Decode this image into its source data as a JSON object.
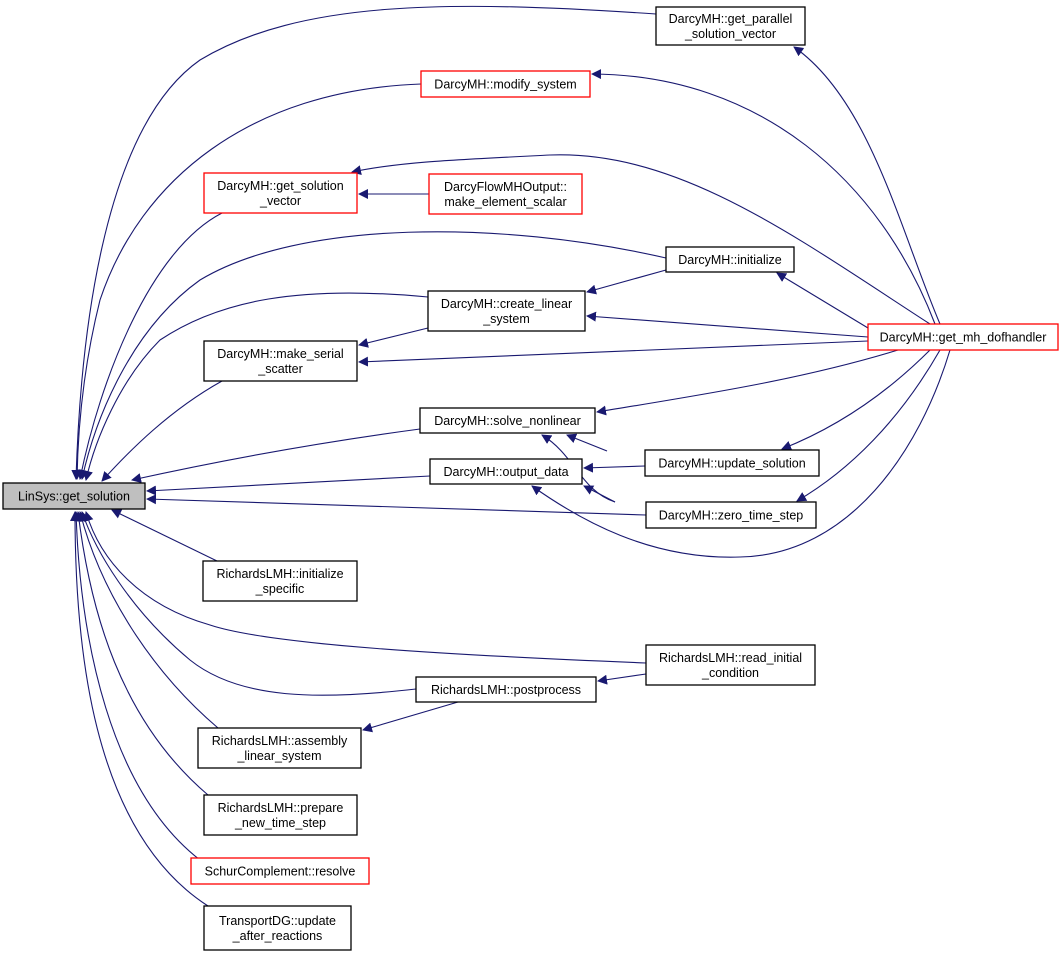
{
  "colors": {
    "edge": "#191970",
    "root_fill": "#bfbfbf",
    "normal_border": "#000000",
    "truncated_border": "#ff0000"
  },
  "nodes": [
    {
      "id": "root",
      "label": "LinSys::get_solution",
      "style": "root"
    },
    {
      "id": "get_parallel",
      "label": "DarcyMH::get_parallel\n_solution_vector",
      "style": "normal"
    },
    {
      "id": "modify_system",
      "label": "DarcyMH::modify_system",
      "style": "truncated"
    },
    {
      "id": "get_solution_vector",
      "label": "DarcyMH::get_solution\n_vector",
      "style": "truncated"
    },
    {
      "id": "make_element_scalar",
      "label": "DarcyFlowMHOutput::\nmake_element_scalar",
      "style": "truncated"
    },
    {
      "id": "initialize",
      "label": "DarcyMH::initialize",
      "style": "normal"
    },
    {
      "id": "create_linear",
      "label": "DarcyMH::create_linear\n_system",
      "style": "normal"
    },
    {
      "id": "make_serial",
      "label": "DarcyMH::make_serial\n_scatter",
      "style": "normal"
    },
    {
      "id": "get_mh",
      "label": "DarcyMH::get_mh_dofhandler",
      "style": "truncated"
    },
    {
      "id": "solve_nonlinear",
      "label": "DarcyMH::solve_nonlinear",
      "style": "normal"
    },
    {
      "id": "output_data",
      "label": "DarcyMH::output_data",
      "style": "normal"
    },
    {
      "id": "update_solution",
      "label": "DarcyMH::update_solution",
      "style": "normal"
    },
    {
      "id": "zero_time_step",
      "label": "DarcyMH::zero_time_step",
      "style": "normal"
    },
    {
      "id": "init_specific",
      "label": "RichardsLMH::initialize\n_specific",
      "style": "normal"
    },
    {
      "id": "read_initial",
      "label": "RichardsLMH::read_initial\n_condition",
      "style": "normal"
    },
    {
      "id": "postprocess",
      "label": "RichardsLMH::postprocess",
      "style": "normal"
    },
    {
      "id": "assembly",
      "label": "RichardsLMH::assembly\n_linear_system",
      "style": "normal"
    },
    {
      "id": "prepare",
      "label": "RichardsLMH::prepare\n_new_time_step",
      "style": "normal"
    },
    {
      "id": "schur",
      "label": "SchurComplement::resolve",
      "style": "truncated"
    },
    {
      "id": "transport",
      "label": "TransportDG::update\n_after_reactions",
      "style": "normal"
    }
  ],
  "edges": [
    [
      "get_parallel",
      "root"
    ],
    [
      "modify_system",
      "root"
    ],
    [
      "get_solution_vector",
      "root"
    ],
    [
      "initialize",
      "root"
    ],
    [
      "create_linear",
      "root"
    ],
    [
      "make_serial",
      "root"
    ],
    [
      "solve_nonlinear",
      "root"
    ],
    [
      "output_data",
      "root"
    ],
    [
      "zero_time_step",
      "root"
    ],
    [
      "init_specific",
      "root"
    ],
    [
      "read_initial",
      "root"
    ],
    [
      "postprocess",
      "root"
    ],
    [
      "assembly",
      "root"
    ],
    [
      "prepare",
      "root"
    ],
    [
      "schur",
      "root"
    ],
    [
      "transport",
      "root"
    ],
    [
      "make_element_scalar",
      "get_solution_vector"
    ],
    [
      "get_mh",
      "get_parallel"
    ],
    [
      "get_mh",
      "modify_system"
    ],
    [
      "get_mh",
      "get_solution_vector"
    ],
    [
      "initialize",
      "create_linear"
    ],
    [
      "create_linear",
      "make_serial"
    ],
    [
      "get_mh",
      "initialize"
    ],
    [
      "get_mh",
      "create_linear"
    ],
    [
      "get_mh",
      "make_serial"
    ],
    [
      "get_mh",
      "solve_nonlinear"
    ],
    [
      "update_solution",
      "solve_nonlinear"
    ],
    [
      "zero_time_step",
      "solve_nonlinear"
    ],
    [
      "update_solution",
      "output_data"
    ],
    [
      "zero_time_step",
      "output_data"
    ],
    [
      "get_mh",
      "update_solution"
    ],
    [
      "get_mh",
      "zero_time_step"
    ],
    [
      "get_mh",
      "output_data"
    ],
    [
      "read_initial",
      "postprocess"
    ],
    [
      "postprocess",
      "assembly"
    ]
  ]
}
